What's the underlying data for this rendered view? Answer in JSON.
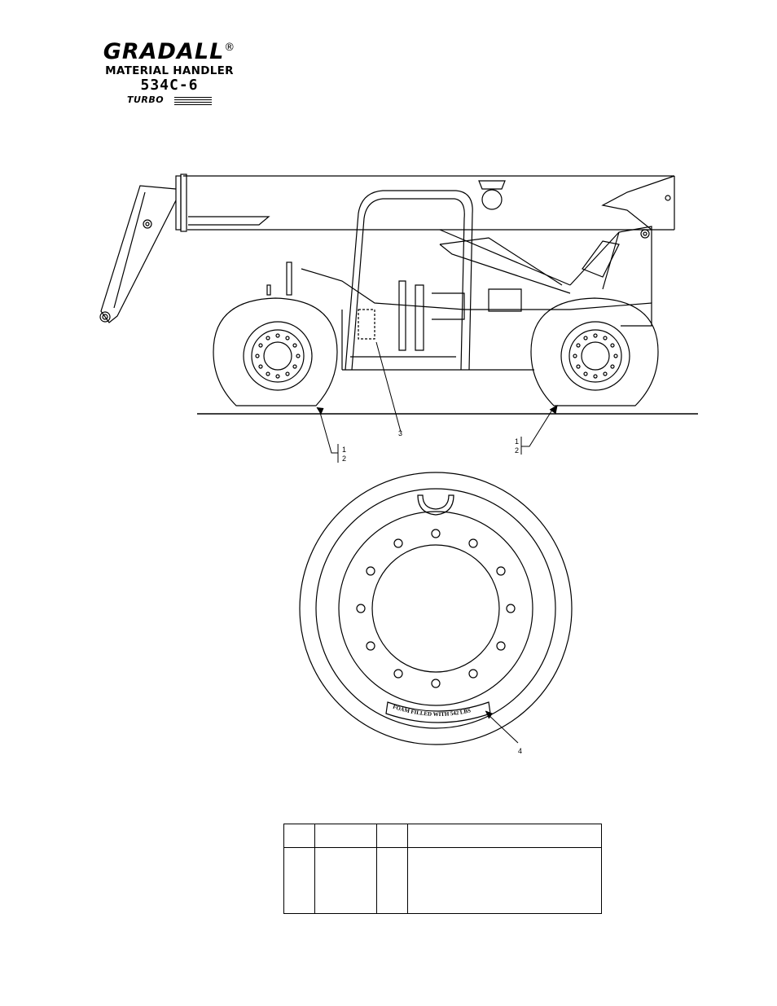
{
  "logo": {
    "brand": "GRADALL",
    "registered": "®",
    "product": "MATERIAL HANDLER",
    "model": "534C-6",
    "turbo": "TURBO"
  },
  "callouts": {
    "rear_tire": [
      "1",
      "2"
    ],
    "decal": "3",
    "front_tire": [
      "1",
      "2"
    ],
    "rim_decal": "4"
  },
  "rim_decal_text": "FOAM FILLED WITH 542 LBS",
  "parts_table": {
    "headers": [
      "",
      "",
      "",
      ""
    ],
    "rows": [
      [
        "",
        "",
        "",
        ""
      ]
    ]
  }
}
